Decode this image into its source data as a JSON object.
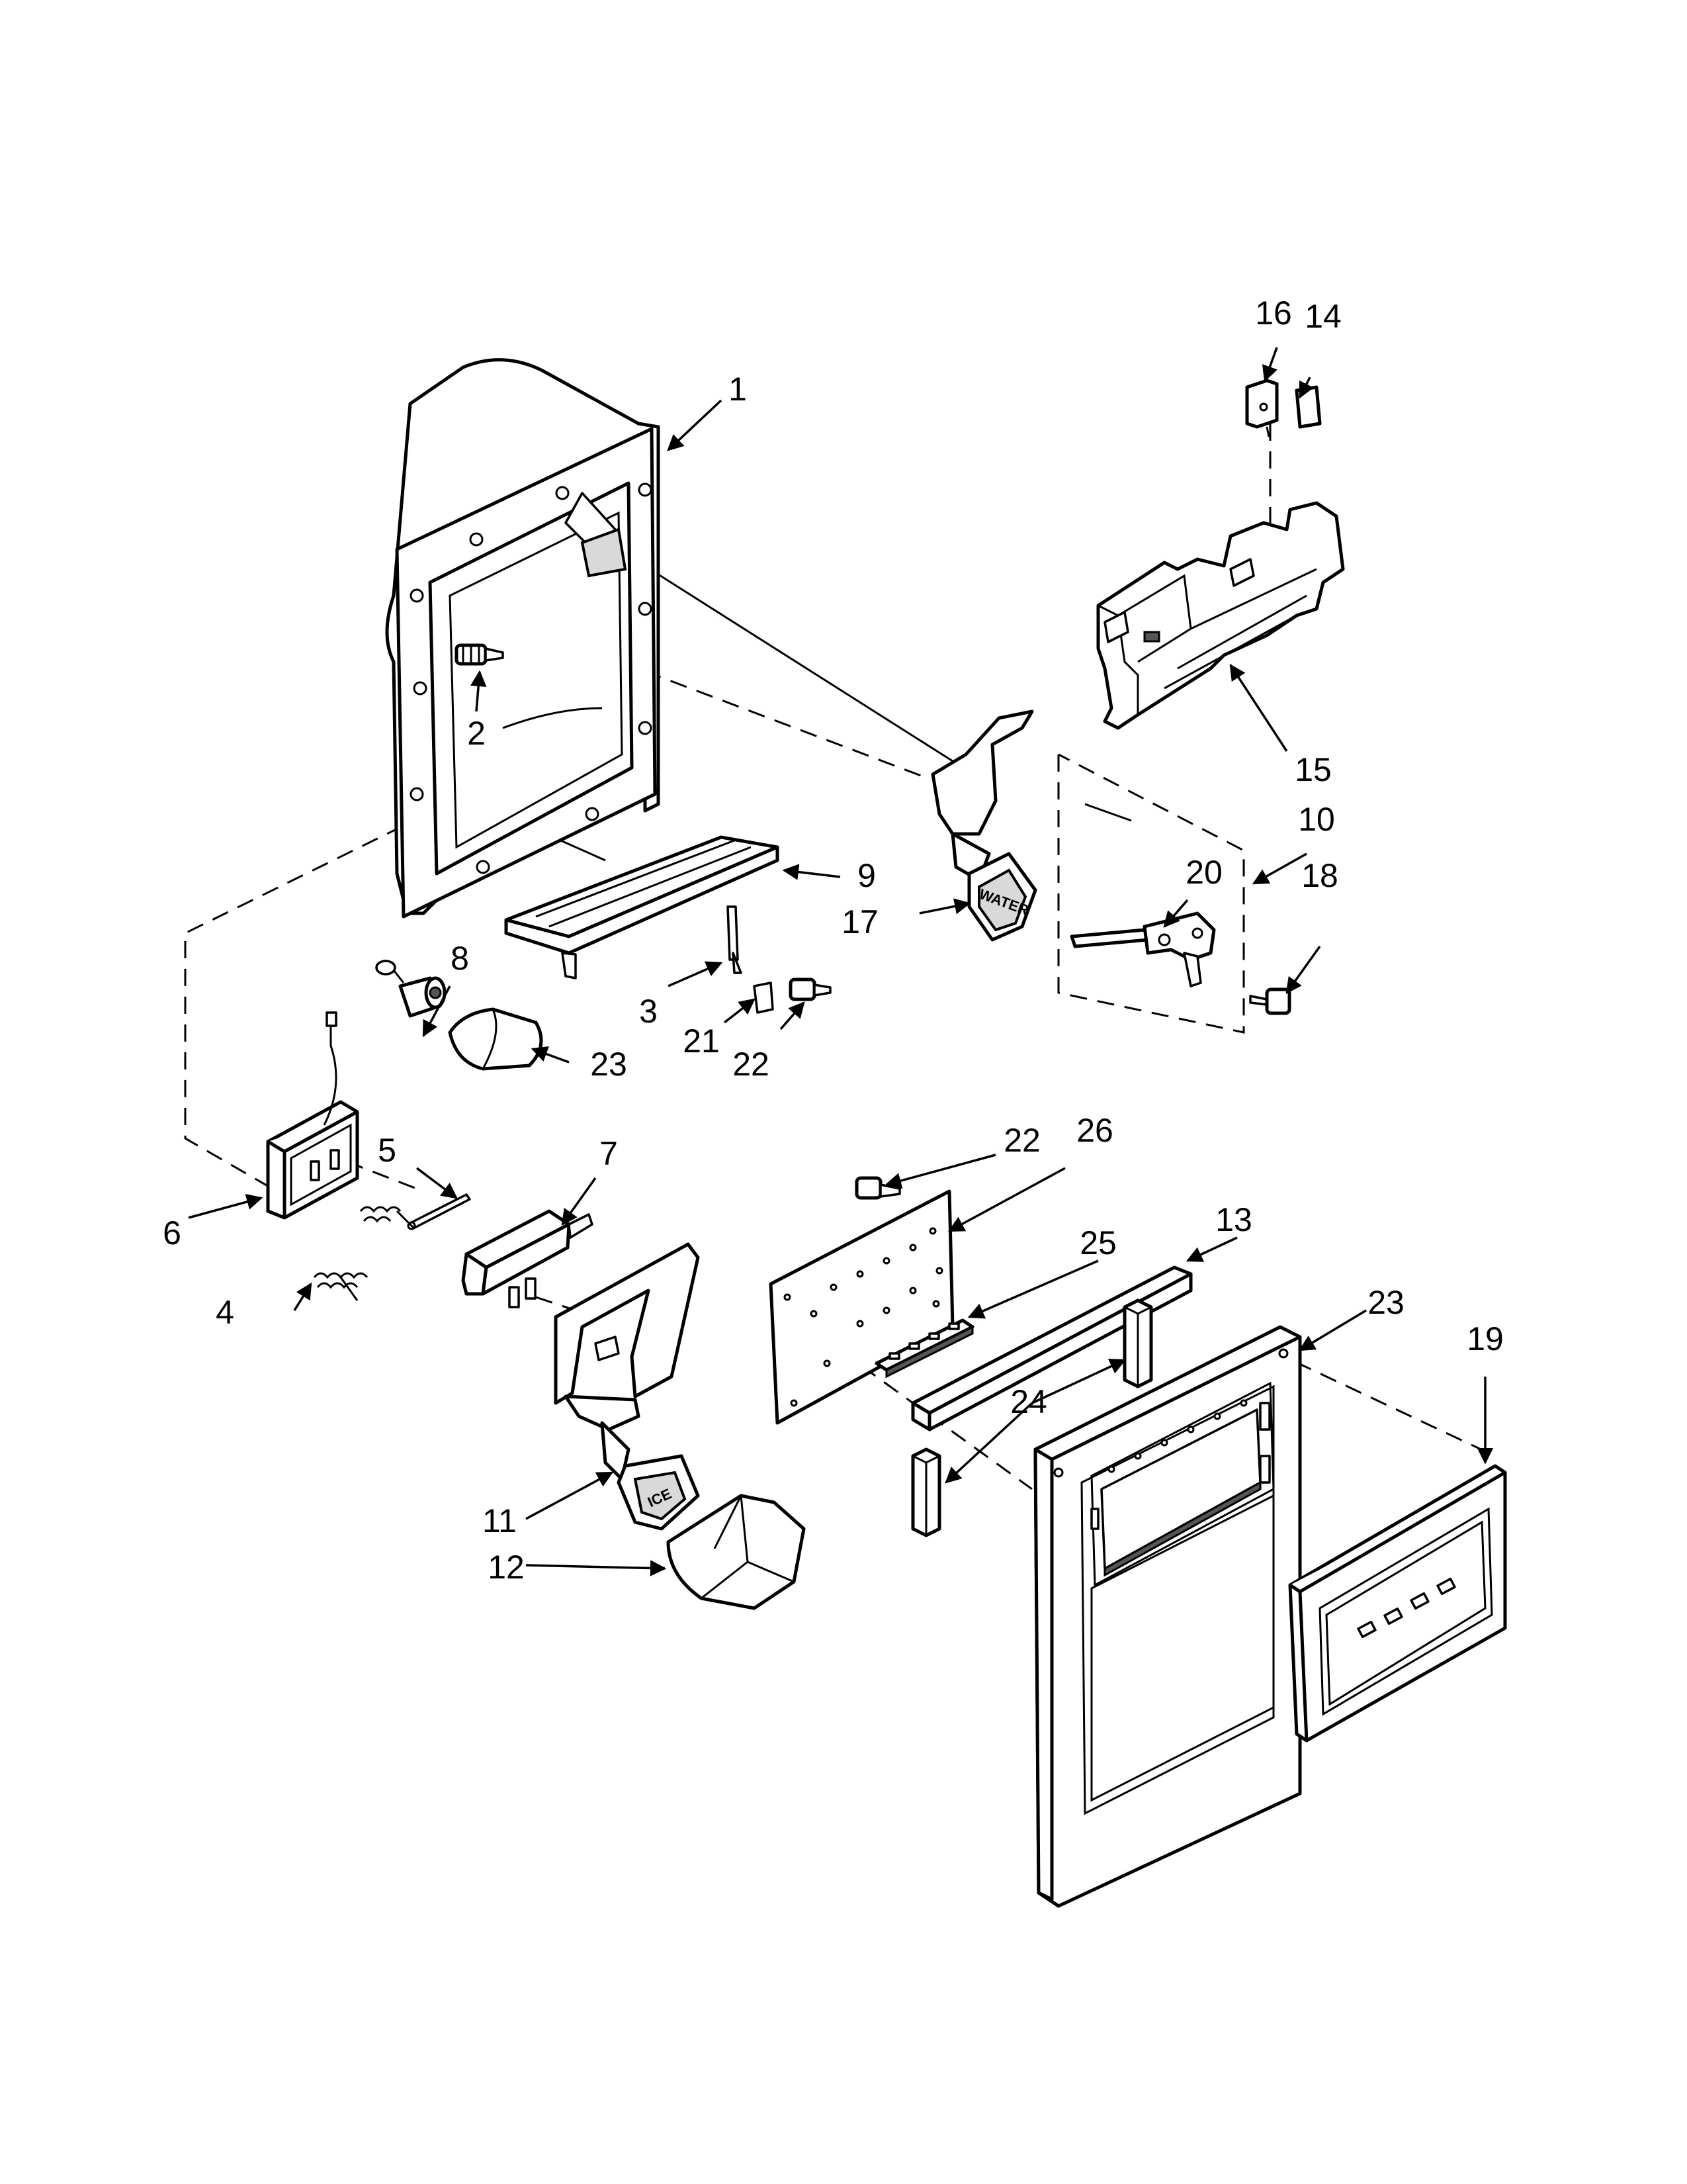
{
  "labels": {
    "l1": "1",
    "l2": "2",
    "l3": "3",
    "l4": "4",
    "l5": "5",
    "l6": "6",
    "l7": "7",
    "l8": "8",
    "l9": "9",
    "l10": "10",
    "l11": "11",
    "l12": "12",
    "l13": "13",
    "l14": "14",
    "l15": "15",
    "l16": "16",
    "l17": "17",
    "l18": "18",
    "l19": "19",
    "l20": "20",
    "l21": "21",
    "l22a": "22",
    "l22b": "22",
    "l23a": "23",
    "l23b": "23",
    "l24": "24",
    "l25": "25",
    "l26": "26"
  },
  "paddle_text": {
    "water": "WATER",
    "ice": "ICE"
  }
}
